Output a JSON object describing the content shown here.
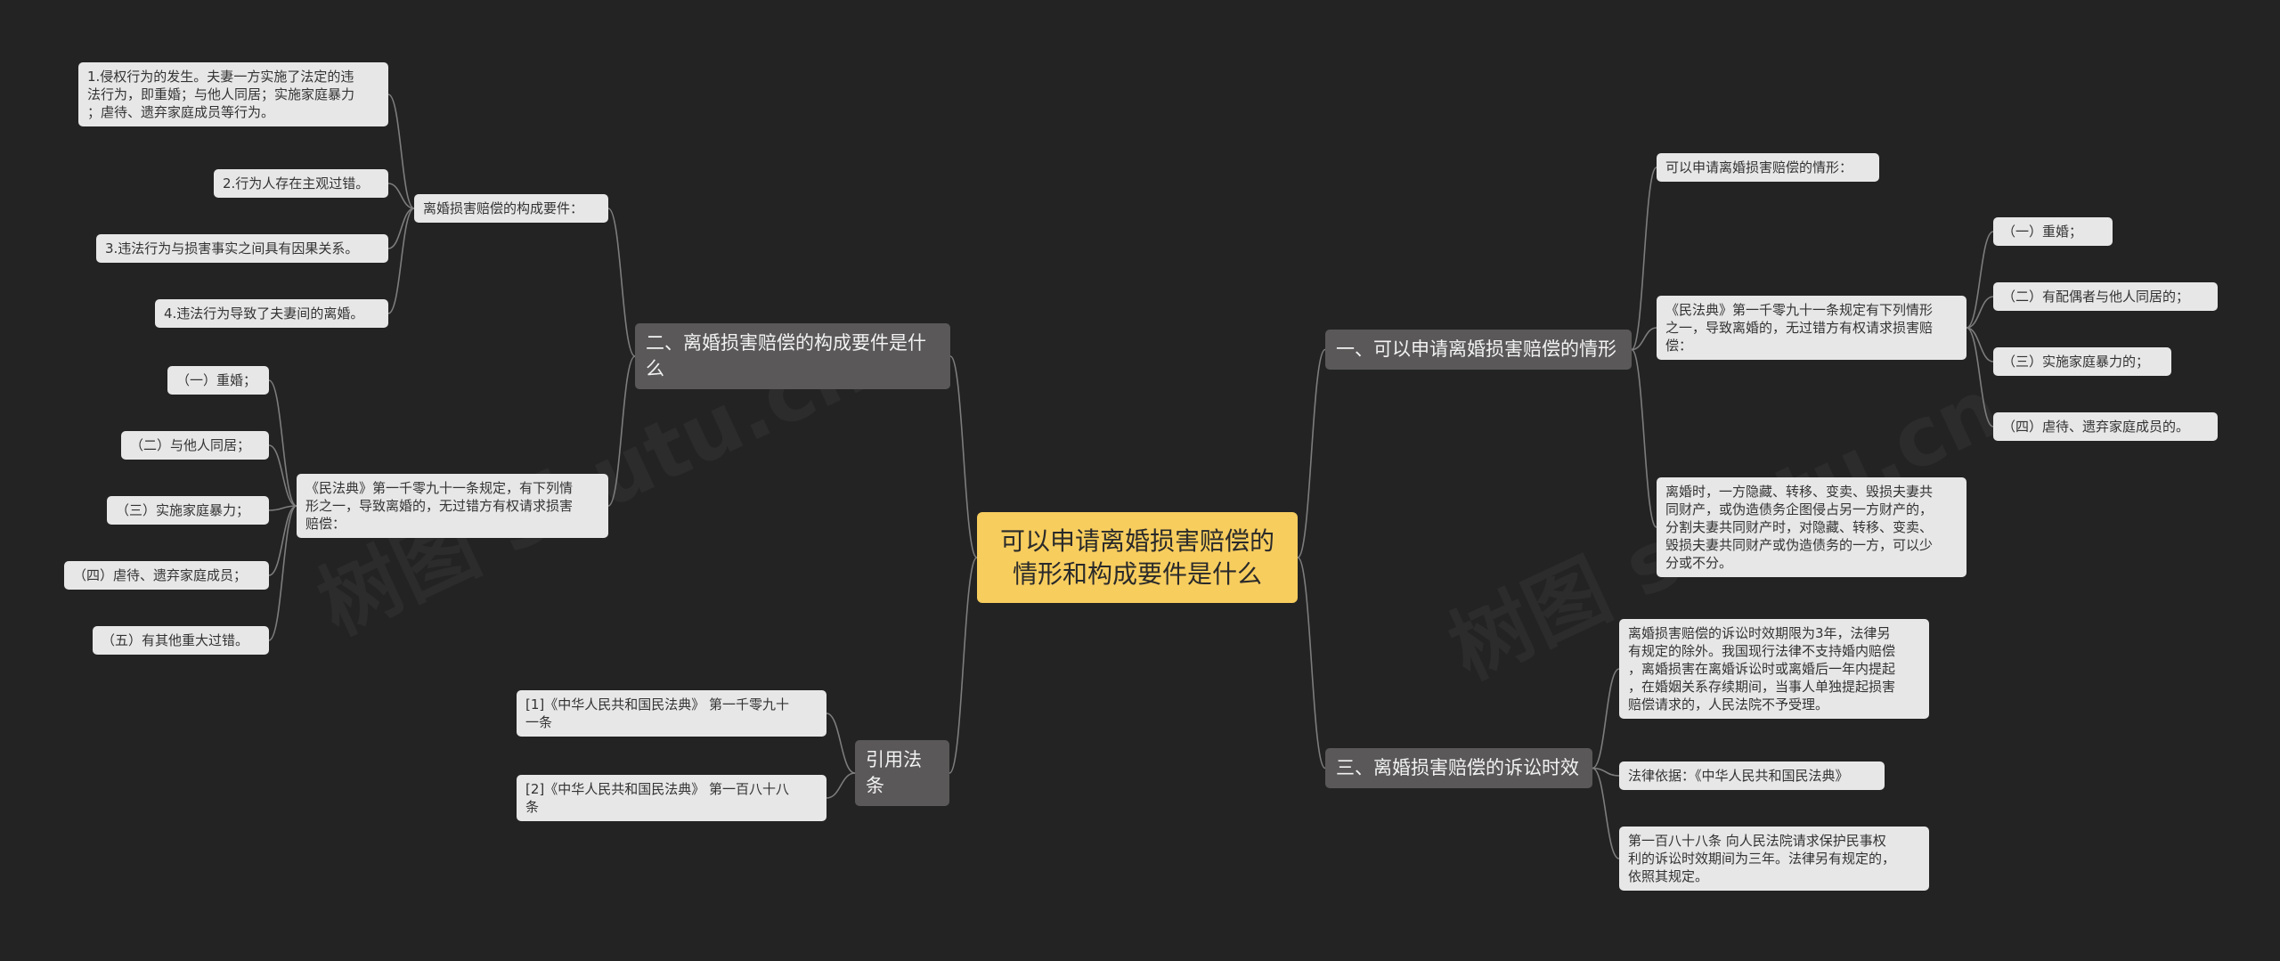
{
  "colors": {
    "background": "#232323",
    "root": "#f7cd5e",
    "branch": "#5a5858",
    "leaf": "#e7e7e7",
    "connector": "#7d7d7d"
  },
  "watermark": "树图 shutu.cn",
  "mindmap": {
    "root": "可以申请离婚损害赔偿的\n情形和构成要件是什么",
    "right": [
      {
        "label": "一、可以申请离婚损害赔偿的情形",
        "children": [
          {
            "text": "可以申请离婚损害赔偿的情形："
          },
          {
            "text": "《民法典》第一千零九十一条规定有下列情形\n之一，导致离婚的，无过错方有权请求损害赔\n偿：",
            "children": [
              "（一）重婚；",
              "（二）有配偶者与他人同居的；",
              "（三）实施家庭暴力的；",
              "（四）虐待、遗弃家庭成员的。"
            ]
          },
          {
            "text": "离婚时，一方隐藏、转移、变卖、毁损夫妻共\n同财产，或伪造债务企图侵占另一方财产的，\n分割夫妻共同财产时，对隐藏、转移、变卖、\n毁损夫妻共同财产或伪造债务的一方，可以少\n分或不分。"
          }
        ]
      },
      {
        "label": "三、离婚损害赔偿的诉讼时效",
        "children": [
          {
            "text": "离婚损害赔偿的诉讼时效期限为3年，法律另\n有规定的除外。我国现行法律不支持婚内赔偿\n，离婚损害在离婚诉讼时或离婚后一年内提起\n，在婚姻关系存续期间，当事人单独提起损害\n赔偿请求的，人民法院不予受理。"
          },
          {
            "text": "法律依据：《中华人民共和国民法典》"
          },
          {
            "text": "第一百八十八条 向人民法院请求保护民事权\n利的诉讼时效期间为三年。法律另有规定的，\n依照其规定。"
          }
        ]
      }
    ],
    "left": [
      {
        "label": "二、离婚损害赔偿的构成要件是什\n么",
        "children": [
          {
            "text": "离婚损害赔偿的构成要件：",
            "children": [
              "1.侵权行为的发生。夫妻一方实施了法定的违\n法行为，即重婚；与他人同居；实施家庭暴力\n；虐待、遗弃家庭成员等行为。",
              "2.行为人存在主观过错。",
              "3.违法行为与损害事实之间具有因果关系。",
              "4.违法行为导致了夫妻间的离婚。"
            ]
          },
          {
            "text": "《民法典》第一千零九十一条规定，有下列情\n形之一，导致离婚的，无过错方有权请求损害\n赔偿：",
            "children": [
              "（一）重婚；",
              "（二）与他人同居；",
              "（三）实施家庭暴力；",
              "（四）虐待、遗弃家庭成员；",
              "（五）有其他重大过错。"
            ]
          }
        ]
      },
      {
        "label": "引用法条",
        "children": [
          {
            "text": "[1]《中华人民共和国民法典》 第一千零九十\n一条"
          },
          {
            "text": "[2]《中华人民共和国民法典》 第一百八十八\n条"
          }
        ]
      }
    ]
  }
}
